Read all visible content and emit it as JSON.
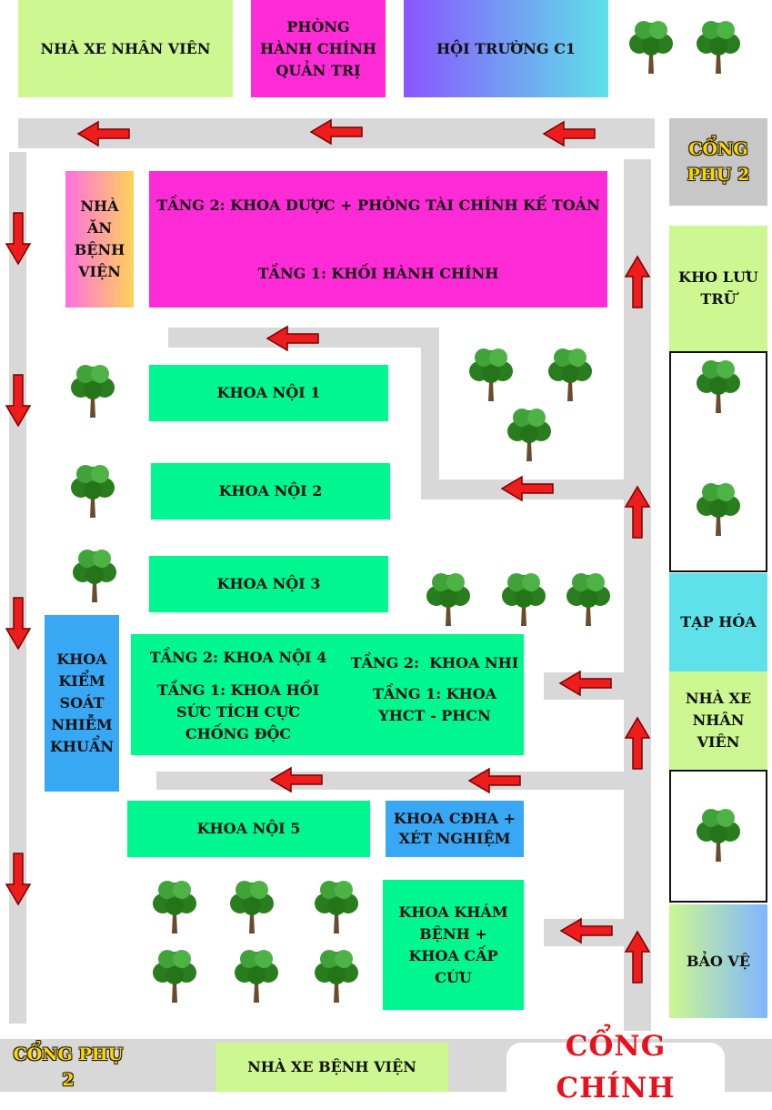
{
  "labels": {
    "nha_xe_nhan_vien_top": "NHÀ XE NHÂN VIÊN",
    "phong_hanh_chinh": "PHÒNG HÀNH CHÍNH QUẢN TRỊ",
    "hoi_truong": "HỘI TRƯỜNG C1",
    "cong_phu_2_right": "CỔNG PHỤ 2",
    "nha_an": "NHÀ ĂN BỆNH VIỆN",
    "tang2_duoc": "TẦNG 2: KHOA DƯỢC + PHÒNG TÀI CHÍNH KẾ TOÁN",
    "tang1_hanh_chinh": "TẦNG 1: KHỐI HÀNH CHÍNH",
    "kho_luu_tru": "KHO LƯU TRỮ",
    "khoa_noi_1": "KHOA NỘI 1",
    "khoa_noi_2": "KHOA NỘI 2",
    "khoa_noi_3": "KHOA NỘI 3",
    "tap_hoa": "TẠP HÓA",
    "kiem_soat": "KHOA KIỂM SOÁT NHIỄM KHUẨN",
    "tang2_noi4": "TẦNG 2: KHOA NỘI 4",
    "tang1_hoi_suc": "TẦNG 1: KHOA HỒI SỨC TÍCH CỰC CHỐNG ĐỘC",
    "tang2_nhi": "TẦNG 2:  KHOA NHI",
    "tang1_yhct": "TẦNG 1: KHOA YHCT - PHCN",
    "nha_xe_nhan_vien_right": "NHÀ XE NHÂN VIÊN",
    "khoa_noi_5": "KHOA NỘI 5",
    "cdha": "KHOA CĐHA + XÉT NGHIỆM",
    "kham_benh": "KHOA KHÁM BỆNH + KHOA CẤP CỨU",
    "bao_ve": "BẢO VỆ",
    "cong_phu_2_bottom": "CỔNG PHỤ 2",
    "nha_xe_benh_vien": "NHÀ XE BỆNH VIỆN",
    "cong_chinh": "CỔNG CHÍNH"
  },
  "colors": {
    "road": "#d8d8d8",
    "arrow": "#ee1c1c",
    "magenta": "#ff2bd6",
    "green": "#00f68e",
    "light_green": "#cdf790",
    "blue": "#38a8f5",
    "cyan": "#5ee1e9"
  },
  "icons": {
    "tree": "tree-icon",
    "arrow": "direction-arrow-icon"
  }
}
